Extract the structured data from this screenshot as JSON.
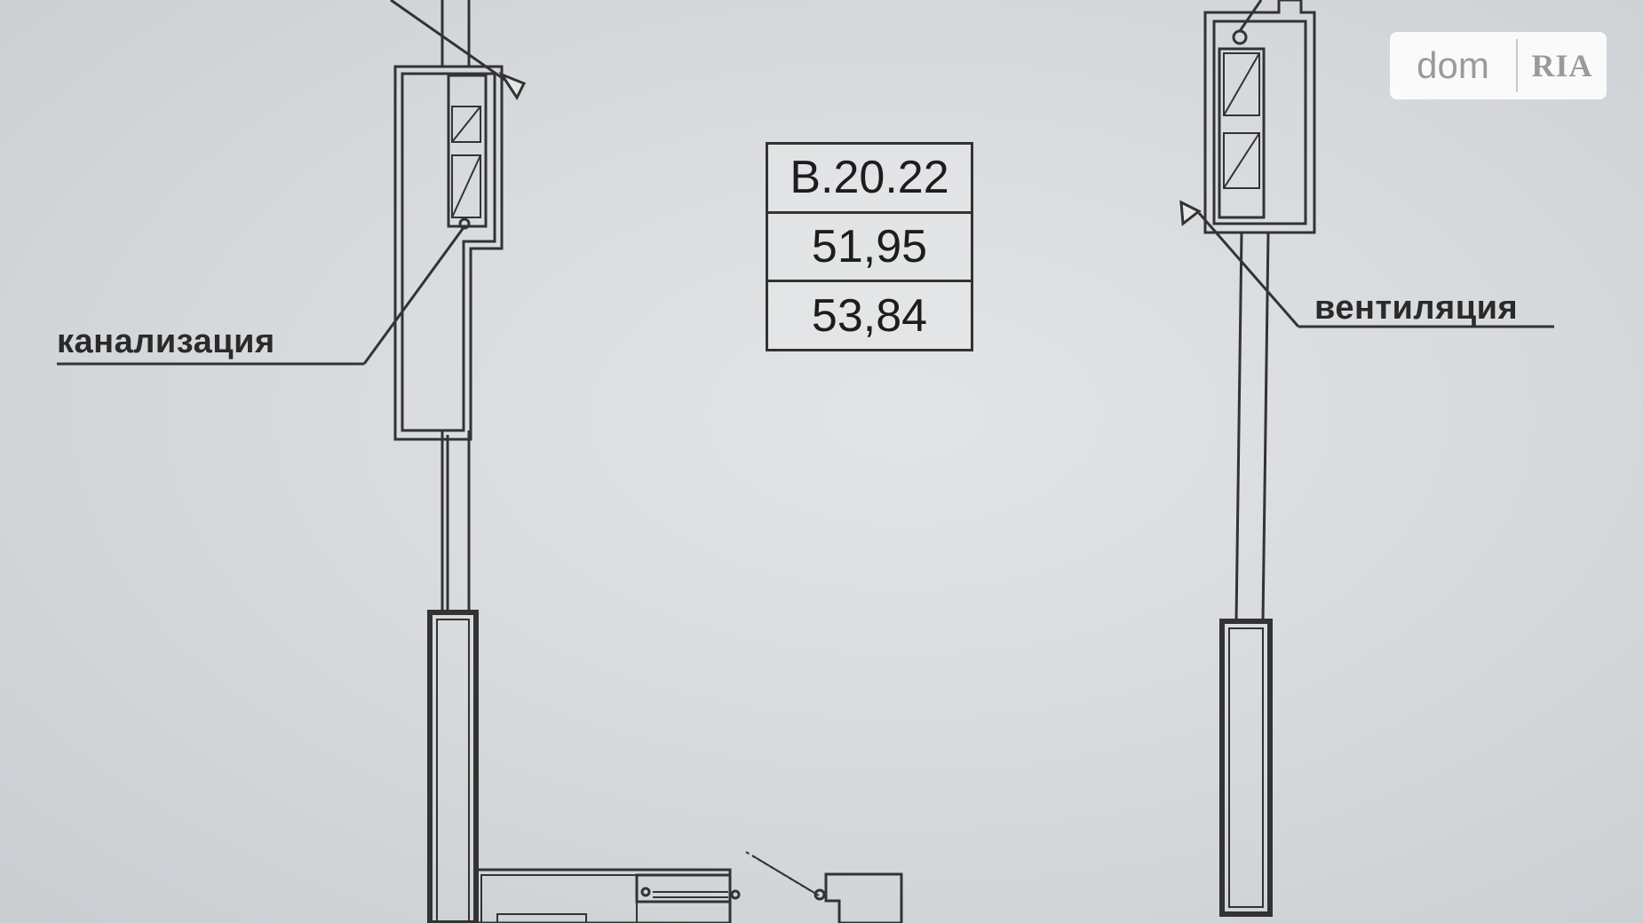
{
  "room": {
    "code": "В.20.22",
    "area_1": "51,95",
    "area_2": "53,84"
  },
  "labels": {
    "sewer": "канализация",
    "ventilation": "вентиляция"
  },
  "watermark": {
    "brand_left": "dom",
    "brand_right": "RIA"
  },
  "colors": {
    "paper": "#d6d9dc",
    "ink": "#333333",
    "watermark_bg": "#ffffff",
    "watermark_text": "#9a9a9a"
  }
}
